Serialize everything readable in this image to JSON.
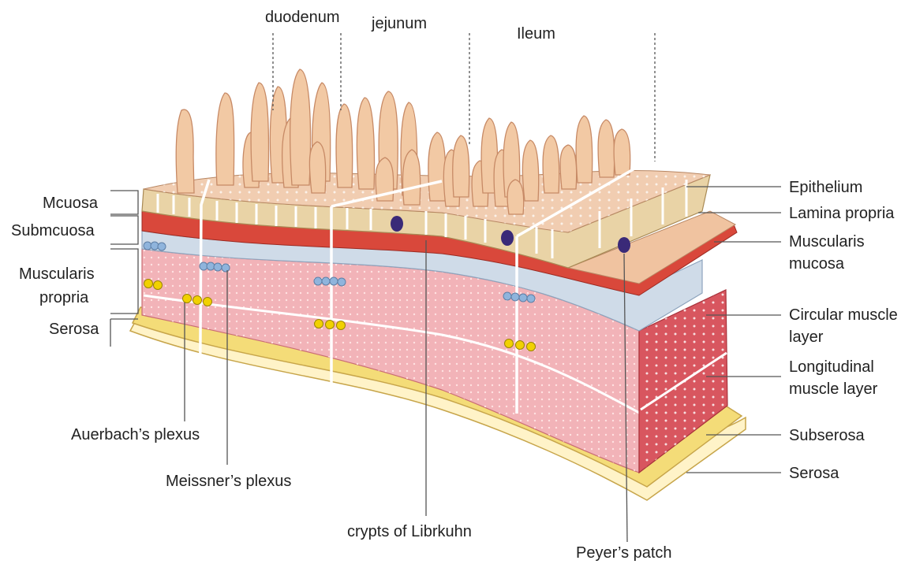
{
  "segments": {
    "duodenum": "duodenum",
    "jejunum": "jejunum",
    "ileum": "Ileum"
  },
  "left_labels": {
    "mucosa": "Mcuosa",
    "submucosa": "Submcuosa",
    "muscularis_propria_line1": "Muscularis",
    "muscularis_propria_line2": "propria",
    "serosa": "Serosa"
  },
  "right_labels": {
    "epithelium": "Epithelium",
    "lamina_propria": "Lamina propria",
    "muscularis_mucosa_line1": "Muscularis",
    "muscularis_mucosa_line2": "mucosa",
    "circular_muscle_line1": "Circular muscle",
    "circular_muscle_line2": "layer",
    "longitudinal_muscle_line1": "Longitudinal",
    "longitudinal_muscle_line2": "muscle layer",
    "subserosa": "Subserosa",
    "serosa": "Serosa"
  },
  "bottom_labels": {
    "auerbach": "Auerbach’s plexus",
    "meissner": "Meissner’s plexus",
    "crypts": "crypts of Librkuhn",
    "peyers": "Peyer’s patch"
  },
  "colors": {
    "villus": "#f2c9a4",
    "villus_stroke": "#c78a66",
    "epithelium": "#e9d3a6",
    "mucosa_red": "#d9483b",
    "submucosa": "#cfdbe8",
    "muscle_pink": "#f2b3b8",
    "muscle_dark": "#d8565f",
    "subserosa": "#f4dc78",
    "serosa": "#fff3c8",
    "peyer": "#3a2a78",
    "meissner_node": "#8fb4dc",
    "auerbach_node": "#f1d100",
    "leader": "#555555"
  }
}
